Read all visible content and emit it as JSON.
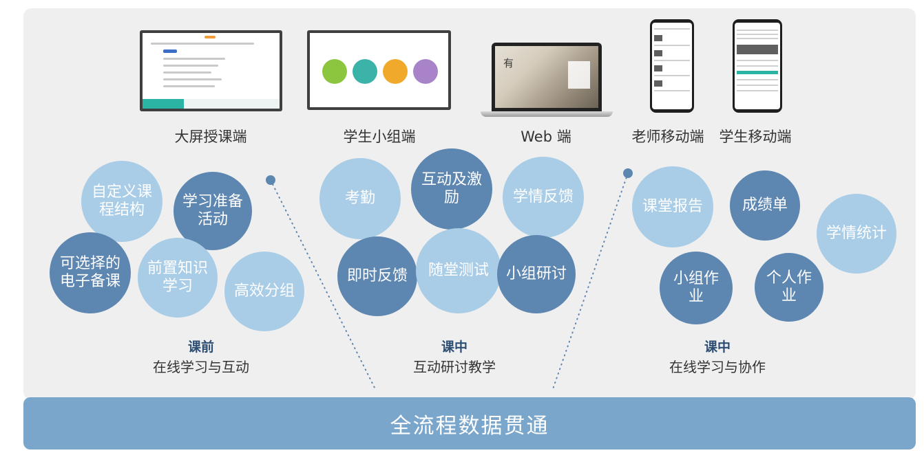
{
  "devices": [
    {
      "label": "大屏授课端",
      "icon": "large-screen-icon"
    },
    {
      "label": "学生小组端",
      "icon": "group-tablet-icon"
    },
    {
      "label": "Web 端",
      "icon": "laptop-icon"
    },
    {
      "label": "老师移动端",
      "icon": "teacher-phone-icon"
    },
    {
      "label": "学生移动端",
      "icon": "student-phone-icon"
    }
  ],
  "sections": [
    {
      "title": "课前",
      "subtitle": "在线学习与互动",
      "bubbles": [
        {
          "text": "自定义课程结构",
          "tone": "light"
        },
        {
          "text": "学习准备活动",
          "tone": "dark"
        },
        {
          "text": "可选择的电子备课",
          "tone": "dark"
        },
        {
          "text": "前置知识学习",
          "tone": "light"
        },
        {
          "text": "高效分组",
          "tone": "light"
        }
      ]
    },
    {
      "title": "课中",
      "subtitle": "互动研讨教学",
      "bubbles": [
        {
          "text": "考勤",
          "tone": "light"
        },
        {
          "text": "互动及激励",
          "tone": "dark"
        },
        {
          "text": "学情反馈",
          "tone": "light"
        },
        {
          "text": "即时反馈",
          "tone": "dark"
        },
        {
          "text": "随堂测试",
          "tone": "light"
        },
        {
          "text": "小组研讨",
          "tone": "dark"
        }
      ]
    },
    {
      "title": "课中",
      "subtitle": "在线学习与协作",
      "bubbles": [
        {
          "text": "课堂报告",
          "tone": "light"
        },
        {
          "text": "成绩单",
          "tone": "dark"
        },
        {
          "text": "学情统计",
          "tone": "light"
        },
        {
          "text": "小组作业",
          "tone": "dark"
        },
        {
          "text": "个人作业",
          "tone": "dark"
        }
      ]
    }
  ],
  "footer": {
    "label": "全流程数据贯通"
  },
  "colors": {
    "light_bubble": "#a9cce7",
    "dark_bubble": "#5d86b1",
    "base_bar": "#7aa6cb",
    "panel": "#efefef",
    "section_title": "#2d4e73"
  }
}
